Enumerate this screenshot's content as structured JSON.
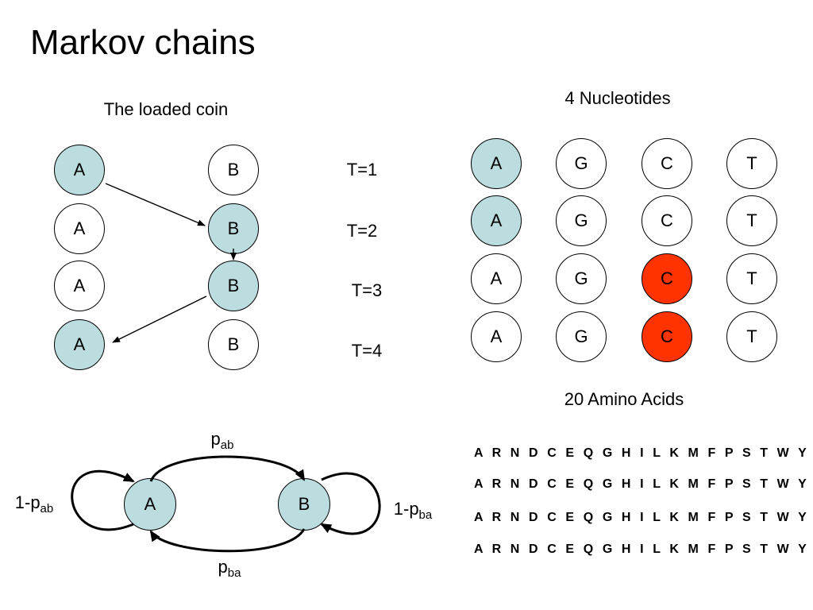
{
  "title": "Markov chains",
  "loaded_coin": {
    "heading": "The loaded coin",
    "rows": [
      {
        "a": "A",
        "b": "B",
        "time": "T=1",
        "active": "a"
      },
      {
        "a": "A",
        "b": "B",
        "time": "T=2",
        "active": "b"
      },
      {
        "a": "A",
        "b": "B",
        "time": "T=3",
        "active": "b"
      },
      {
        "a": "A",
        "b": "B",
        "time": "T=4",
        "active": "a"
      }
    ]
  },
  "nucleotides": {
    "heading": "4 Nucleotides",
    "labels": [
      "A",
      "G",
      "C",
      "T"
    ],
    "highlight_color": "#bcdde0",
    "red_color": "#ff3300"
  },
  "amino_acids": {
    "heading": "20 Amino Acids",
    "rows": [
      "A R N D C E Q G H I L K M F P S T W Y V",
      "A R N D C E Q G H I L K M F P S T W Y V",
      "A R N D C E Q G H I L K M F P S T W Y V",
      "A R N D C E Q G H I L K M F P S T W Y V"
    ]
  },
  "state_diagram": {
    "state_a": "A",
    "state_b": "B",
    "p_ab": {
      "base": "p",
      "sub": "ab"
    },
    "p_ba": {
      "base": "p",
      "sub": "ba"
    },
    "stay_a": {
      "base": "1-p",
      "sub": "ab"
    },
    "stay_b": {
      "base": "1-p",
      "sub": "ba"
    }
  }
}
